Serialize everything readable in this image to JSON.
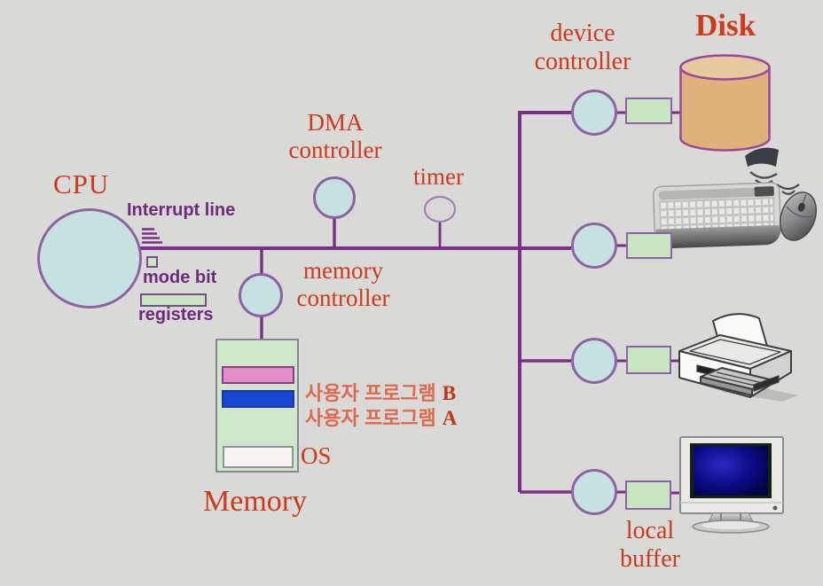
{
  "colors": {
    "background": "#d9d9d7",
    "bus_purple": "#7b2f88",
    "label_red": "#cd3a1c",
    "label_purple": "#6e2a7e",
    "korean_salmon": "#dd6a4e",
    "node_fill": "#c5e2e0",
    "node_stroke": "#8e62a4",
    "buffer_green": "#c9e6c2",
    "memory_green": "#cde8c8",
    "program_b_pink": "#e38cc6",
    "program_a_blue": "#1a46d4",
    "os_bar_white": "#f4f3f1",
    "disk_tan": "#dfb27c"
  },
  "cpu": {
    "label": "CPU",
    "interrupt_line_label": "Interrupt line",
    "mode_bit_label": "mode bit",
    "registers_label": "registers"
  },
  "bus": {
    "dma_controller_label": "DMA\ncontroller",
    "timer_label": "timer",
    "memory_controller_label": "memory\ncontroller"
  },
  "memory": {
    "label": "Memory",
    "os_label": "OS",
    "program_b": {
      "name": "사용자 프로그램",
      "letter": "B"
    },
    "program_a": {
      "name": "사용자 프로그램",
      "letter": "A"
    }
  },
  "io": {
    "device_controller_label": "device\ncontroller",
    "disk_label": "Disk",
    "local_buffer_label": "local\nbuffer"
  }
}
